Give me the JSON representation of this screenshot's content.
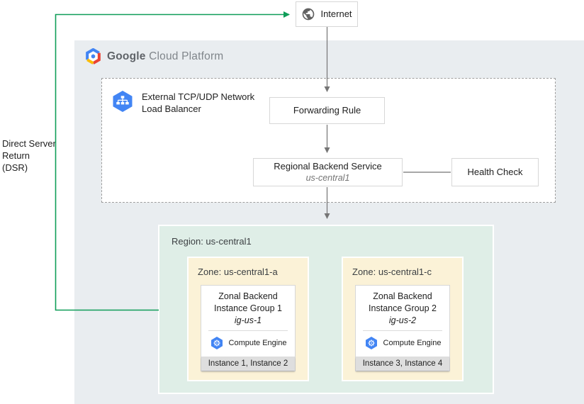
{
  "palette": {
    "dsr_green": "#0f9d58",
    "arrow_gray": "#757575",
    "gcp_panel_bg": "#e9edf0",
    "region_bg": "#dfeee7",
    "zone_bg": "#fbf2d7",
    "instance_footer_bg": "#dedede",
    "node_border": "#d7d7d7",
    "gcp_icon_blue": "#4285f4"
  },
  "annotations": {
    "dsr": "Direct Server Return (DSR)"
  },
  "internet": {
    "label": "Internet"
  },
  "brand": {
    "google": "Google",
    "rest": "Cloud Platform"
  },
  "load_balancer": {
    "line1": "External TCP/UDP Network",
    "line2": "Load Balancer"
  },
  "forwarding_rule": {
    "label": "Forwarding Rule"
  },
  "backend_service": {
    "label": "Regional Backend Service",
    "region": "us-central1"
  },
  "health_check": {
    "label": "Health Check"
  },
  "region": {
    "label": "Region: us-central1",
    "zones": [
      {
        "label": "Zone: us-central1-a",
        "group": {
          "line1": "Zonal Backend",
          "line2": "Instance Group 1",
          "name": "ig-us-1"
        },
        "engine_label": "Compute Engine",
        "instances": "Instance 1, Instance 2"
      },
      {
        "label": "Zone: us-central1-c",
        "group": {
          "line1": "Zonal Backend",
          "line2": "Instance Group 2",
          "name": "ig-us-2"
        },
        "engine_label": "Compute Engine",
        "instances": "Instance 3, Instance 4"
      }
    ]
  }
}
